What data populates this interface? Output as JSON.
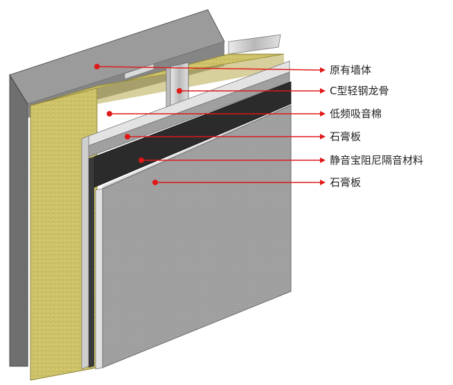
{
  "diagram": {
    "labels": [
      "原有墙体",
      "C型轻钢龙骨",
      "低频吸音棉",
      "石膏板",
      "静音宝阻尼隔音材料",
      "石膏板"
    ]
  },
  "colors": {
    "leader": "#e01818",
    "wall_front": "#7a7a7a",
    "wall_top": "#9a9a9a",
    "wool": "#cfc36a",
    "wool_dark": "#b5a94e",
    "stud": "#c9c9c9",
    "board": "#9f9f9f",
    "board_edge": "#d8d8d8",
    "damping": "#2a2a2a"
  }
}
